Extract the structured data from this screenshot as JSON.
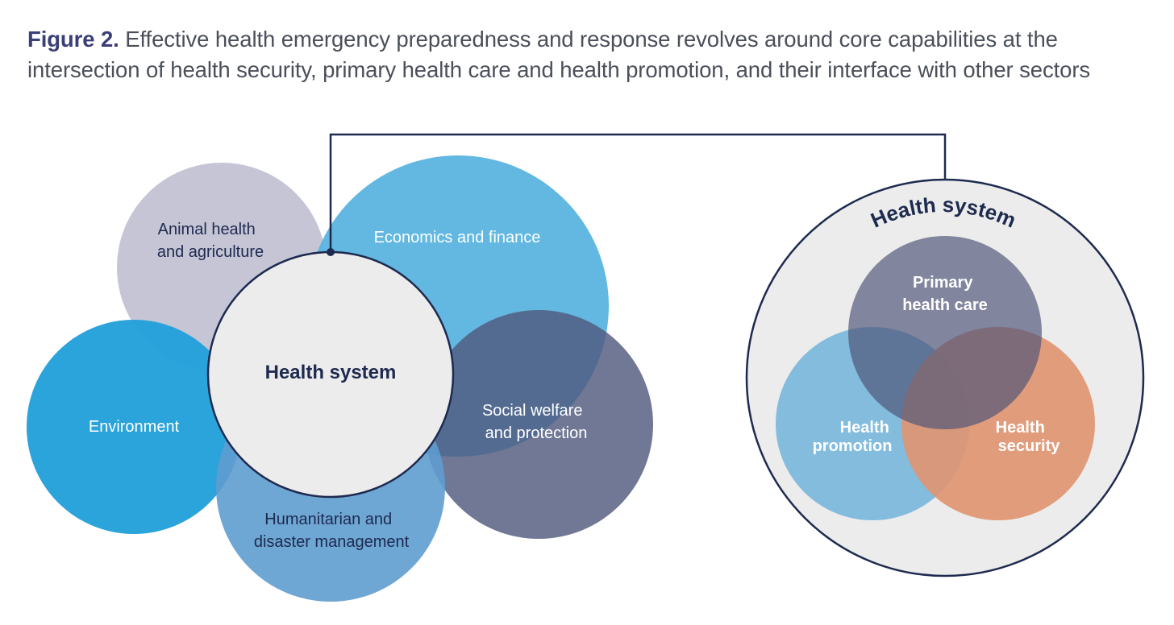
{
  "figure": {
    "label": "Figure 2.",
    "title_line1": " Effective health emergency preparedness and response revolves around core capabilities at the",
    "title_line2": "intersection of health security, primary health care and health promotion, and their interface with other sectors"
  },
  "sectors": {
    "animal_line1": "Animal health",
    "animal_line2": "and  agriculture",
    "economics": "Economics and finance",
    "environment": "Environment",
    "social_line1": "Social welfare",
    "social_line2": "and protection",
    "humanitarian_line1": "Humanitarian and",
    "humanitarian_line2": "disaster management",
    "center": "Health system"
  },
  "health_system_detail": {
    "title": "Health system",
    "primary_line1": "Primary",
    "primary_line2": "health care",
    "promotion_line1": "Health",
    "promotion_line2": "promotion",
    "security_line1": "Health",
    "security_line2": "security"
  },
  "colors": {
    "animal": "#c5c5d5",
    "economics": "#5db6e0",
    "environment": "#24a0da",
    "social": "#515a7e",
    "humanitarian": "#5e9ccf",
    "center_fill": "#ececec",
    "outline": "#1e2a4f",
    "primary_health_care": "#7e83a0",
    "health_promotion": "#7db9dc",
    "health_security": "#e09572"
  }
}
